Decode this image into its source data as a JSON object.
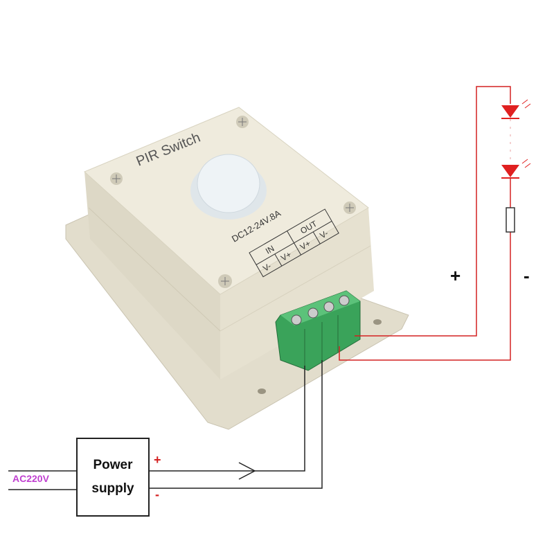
{
  "device": {
    "title": "PIR Switch",
    "rating": "DC12-24V.8A",
    "table": {
      "groups": [
        "IN",
        "OUT"
      ],
      "terminals": [
        "V-",
        "V+",
        "V+",
        "V-"
      ]
    }
  },
  "load": {
    "plus": "+",
    "minus": "-"
  },
  "power_supply": {
    "label_line1": "Power",
    "label_line2": "supply",
    "input": "AC220V",
    "plus": "+",
    "minus": "-"
  },
  "colors": {
    "wire_red": "#d42020",
    "wire_black": "#222222",
    "ac_label": "#c040d0",
    "terminal_green": "#3aa35a",
    "case": "#ece8d8"
  }
}
